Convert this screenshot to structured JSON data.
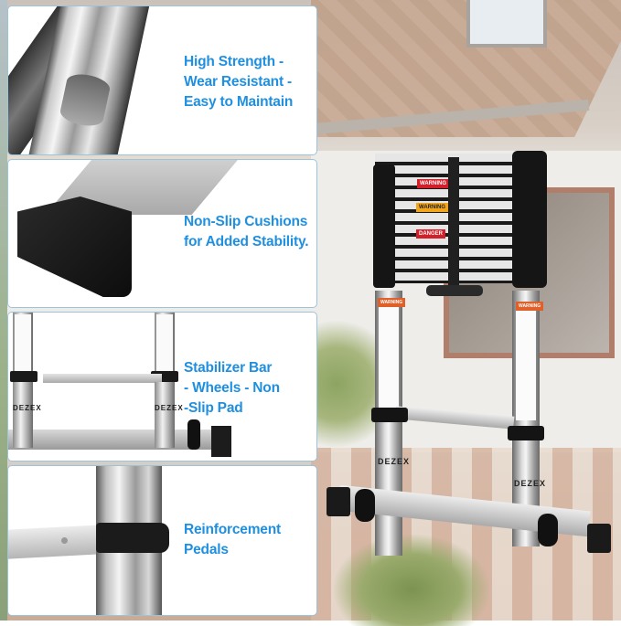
{
  "features": [
    {
      "lines": [
        "High Strength -",
        "Wear Resistant -",
        "Easy to Maintain"
      ],
      "image": "tube-closeup"
    },
    {
      "lines": [
        "Non-Slip Cushions",
        "for Added Stability."
      ],
      "image": "rubber-foot-closeup"
    },
    {
      "lines": [
        "Stabilizer Bar",
        "- Wheels - Non",
        "-Slip Pad"
      ],
      "image": "stabilizer-base-closeup"
    },
    {
      "lines": [
        "Reinforcement",
        "Pedals"
      ],
      "image": "pedal-clamp-closeup"
    }
  ],
  "product": {
    "brand": "DEZEX",
    "labels": {
      "warning_red": "WARNING",
      "warning_yellow": "WARNING",
      "danger": "DANGER",
      "post_warning": "WARNING"
    }
  },
  "colors": {
    "accent_text": "#1f8fe0",
    "panel_border": "#9cc3d8",
    "danger_red": "#d41f2a",
    "warning_yellow": "#f0a51c",
    "warning_orange": "#e0602a"
  }
}
